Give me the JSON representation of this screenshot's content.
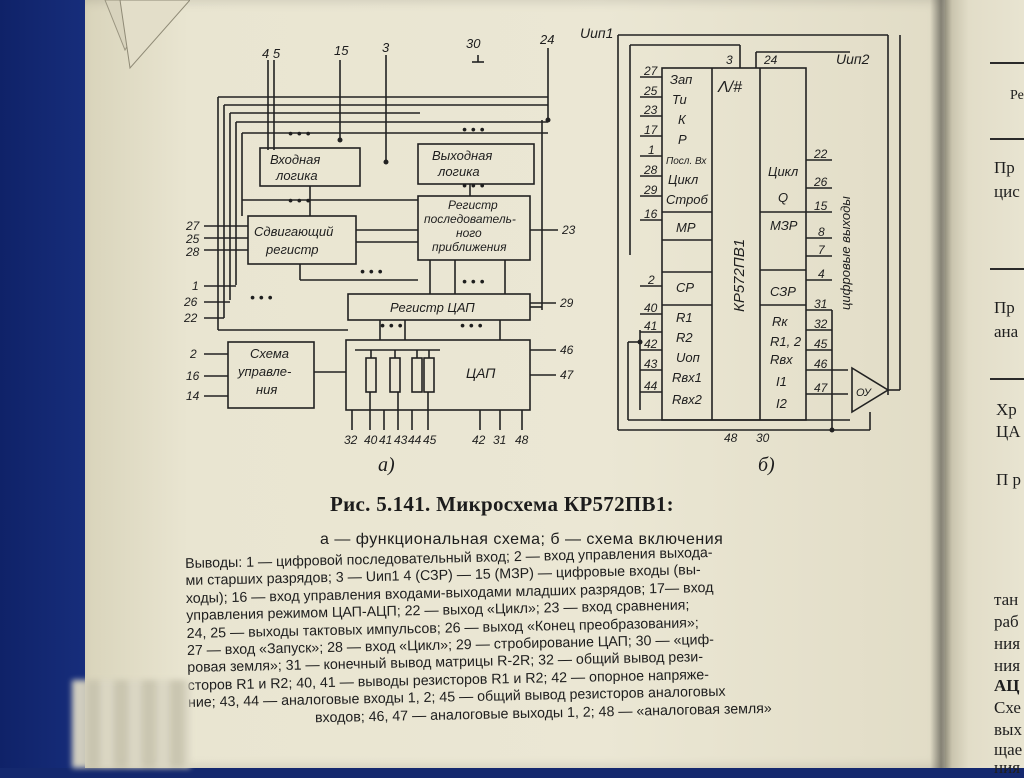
{
  "figure": {
    "caption": "Рис. 5.141. Микросхема КР572ПВ1:",
    "subcaption": "а — функциональная схема; б — схема включения",
    "label_a": "а)",
    "label_b": "б)"
  },
  "scheme_a": {
    "blocks": {
      "input_logic": [
        "Входная",
        "логика"
      ],
      "output_logic": [
        "Выходная",
        "логика"
      ],
      "shift_register": [
        "Сдвигающий",
        "регистр"
      ],
      "sar": [
        "Регистр",
        "последователь-",
        "ного",
        "приближения"
      ],
      "dac_register": "Регистр ЦАП",
      "control": [
        "Схема",
        "управле-",
        "ния"
      ],
      "dac": "ЦАП"
    },
    "top_pins": [
      "4 5",
      "15",
      "3",
      "30",
      "24"
    ],
    "left_pins": [
      "27",
      "25",
      "28",
      "1",
      "26",
      "22",
      "2",
      "16",
      "14"
    ],
    "right_pins": [
      "23",
      "29",
      "46",
      "47"
    ],
    "bottom_pins": [
      "32",
      "40",
      "41",
      "43",
      "44",
      "45",
      "42",
      "31",
      "48"
    ]
  },
  "scheme_b": {
    "supply1": "Uип1",
    "supply2": "Uип2",
    "chip_name": "КР572ПВ1",
    "chip_symbol": "Λ/#",
    "outputs_label": "цифровые выходы",
    "amp_label": "ОУ",
    "left_pin_numbers": [
      "27",
      "25",
      "23",
      "17",
      "1",
      "28",
      "29",
      "16",
      "2",
      "40",
      "41",
      "42",
      "43",
      "44"
    ],
    "left_functions": [
      "Зап",
      "Ти",
      "К",
      "Р",
      "Посл. Вх",
      "Цикл",
      "Строб",
      "МР",
      "СР",
      "R1",
      "R2",
      "Uоп",
      "Rвх1",
      "Rвх2"
    ],
    "right_functions": [
      "Цикл",
      "Q",
      "МЗР",
      "СЗР",
      "Rк",
      "R1, 2",
      "Rвх",
      "I1",
      "I2"
    ],
    "right_pin_numbers": [
      "22",
      "26",
      "15",
      "8",
      "7",
      "4",
      "31",
      "32",
      "45",
      "46",
      "47"
    ],
    "top_pins": [
      "3",
      "24"
    ],
    "bottom_pins": [
      "48",
      "30"
    ]
  },
  "legend": [
    "Выводы: 1 — цифровой последовательный вход; 2 — вход управления выхода-",
    "ми старших разрядов; 3 — Uип1  4 (СЗР) — 15 (МЗР) — цифровые входы (вы-",
    "ходы); 16 — вход управления входами-выходами младших разрядов; 17— вход",
    "управления режимом ЦАП-АЦП; 22 — выход «Цикл»; 23 — вход сравнения;",
    "24, 25 — выходы тактовых импульсов; 26 — выход «Конец преобразования»;",
    "27 — вход «Запуск»; 28 — вход «Цикл»; 29 — стробирование ЦАП; 30 — «циф-",
    "ровая земля»; 31 — конечный вывод матрицы R-2R; 32 — общий вывод рези-",
    "сторов R1 и R2; 40, 41 — выводы резисторов R1 и R2; 42 — опорное напряже-",
    "ние; 43, 44 — аналоговые входы 1, 2; 45 — общий вывод резисторов аналоговых",
    "входов; 46, 47 — аналоговые выходы 1, 2; 48 — «аналоговая земля»"
  ],
  "right_page_fragments": [
    "Ре",
    "Пр",
    "цис",
    "Пр",
    "ана",
    "Хр",
    "ЦА",
    "П р",
    "тан",
    "раб",
    "ния",
    "ния",
    "АЦ",
    "Схе",
    "вых",
    "щае",
    "ния"
  ]
}
